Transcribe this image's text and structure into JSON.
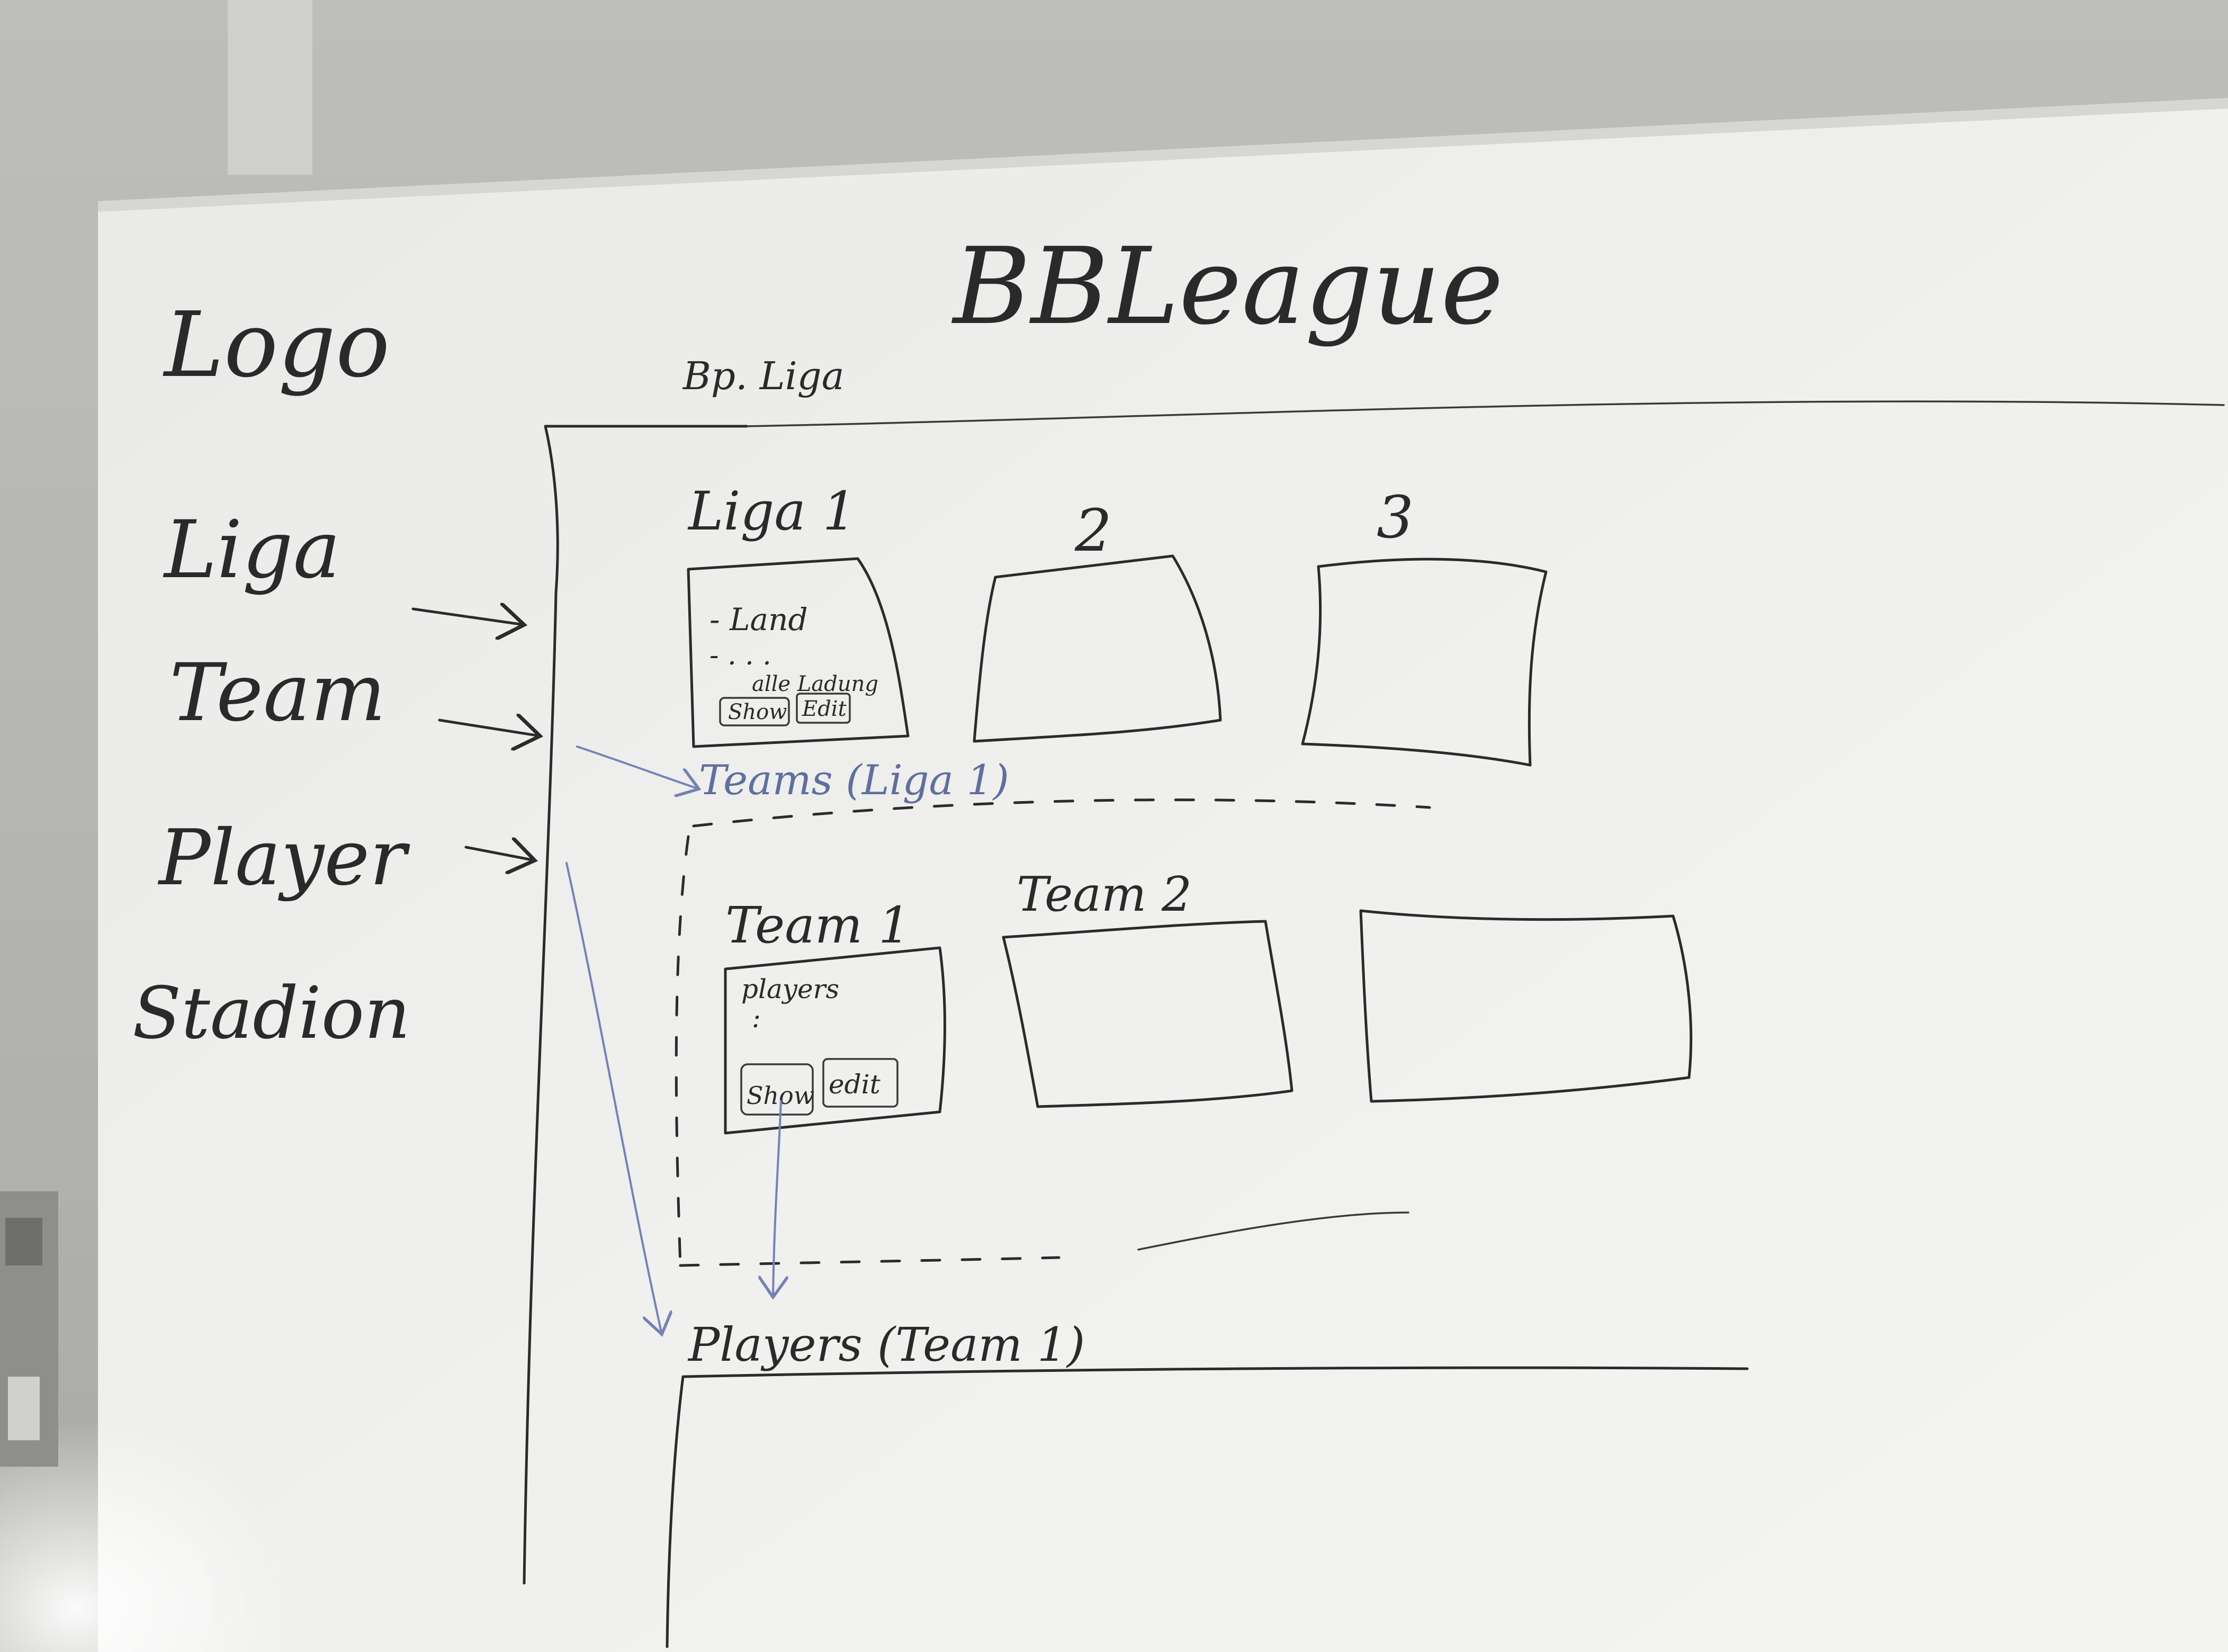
{
  "whiteboard": {
    "title": "BBLeague",
    "subtitle": "Bp. Liga",
    "nav": [
      "Logo",
      "Liga",
      "Team",
      "Player",
      "Stadion"
    ],
    "leagues_section": {
      "league_labels": [
        "Liga 1",
        "2",
        "3"
      ],
      "card": {
        "line_1": "- Land",
        "line_2": "- . . .",
        "line_3": "alle Ladung",
        "show_button": "Show",
        "edit_button": "Edit"
      }
    },
    "teams_section": {
      "heading": "Teams (Liga 1)",
      "team_labels": [
        "Team 1",
        "Team 2"
      ],
      "card": {
        "line_1": "players",
        "line_2": ":",
        "show_button": "Show",
        "edit_button": "edit"
      }
    },
    "players_section": {
      "heading": "Players (Team 1)"
    }
  }
}
